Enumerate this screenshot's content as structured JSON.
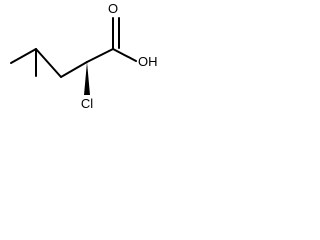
{
  "molecule": {
    "atoms": {
      "oxygen_carbonyl": "O",
      "hydroxyl": "OH",
      "chlorine": "Cl"
    },
    "stereo_bond": "wedge",
    "colors": {
      "bond": "#000000",
      "label": "#000000",
      "background": "#ffffff"
    }
  }
}
